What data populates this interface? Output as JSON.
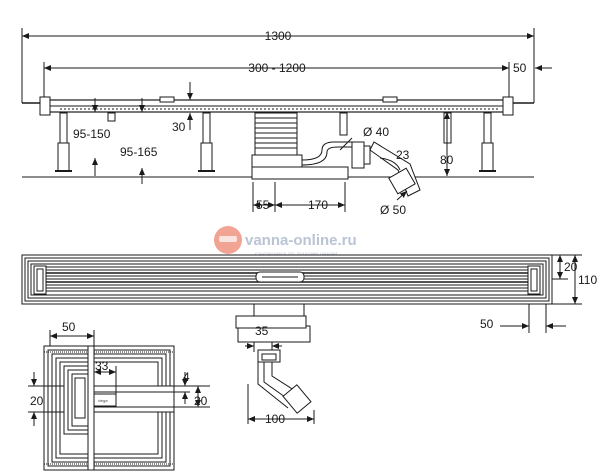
{
  "dimensions": {
    "overall_length": "1300",
    "channel_length": "300 - 1200",
    "end_offset_top": "50",
    "foot_range_a": "95-150",
    "foot_range_b": "95-165",
    "frame_height": "30",
    "outlet_diameter_small": "Ø 40",
    "outlet_angle": "23",
    "outlet_drop": "80",
    "outlet_offset_a": "55",
    "outlet_offset_b": "170",
    "outlet_diameter_large": "Ø 50",
    "plan_edge": "20",
    "plan_width": "110",
    "plan_end_offset": "50",
    "siphon_width": "35",
    "siphon_reach": "100",
    "detail_width": "50",
    "detail_inner": "33",
    "detail_gap": "4",
    "detail_left": "20",
    "detail_right": "20"
  },
  "watermark": {
    "url": "vanna-online.ru",
    "tagline": "сантехника по лучшим ценам"
  },
  "brand_label": "viega",
  "colors": {
    "line": "#1a1a1a",
    "watermark": "#b9c4d4",
    "logo": "#e8593c"
  }
}
